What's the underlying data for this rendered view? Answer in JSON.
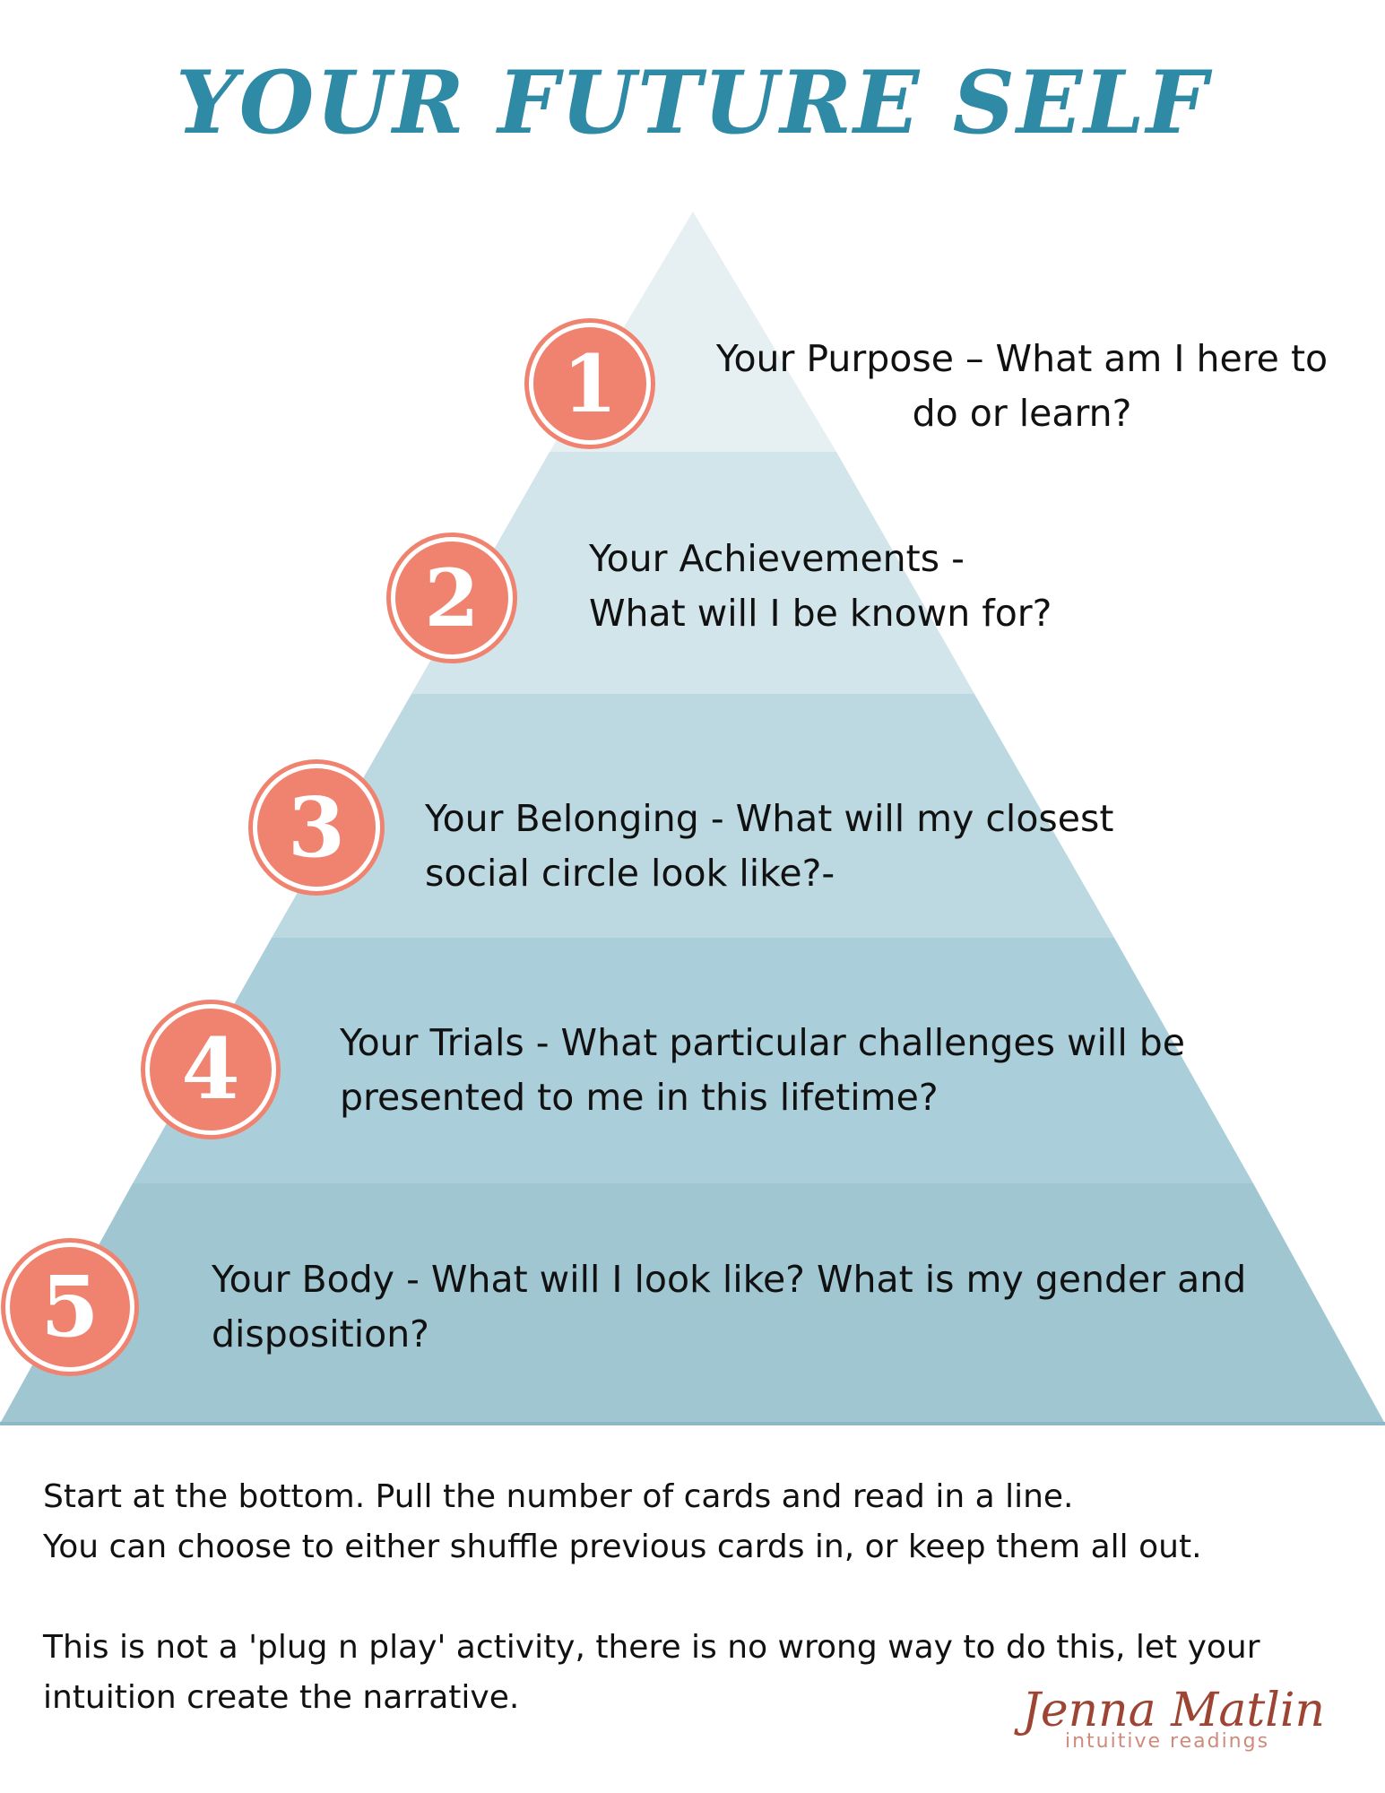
{
  "title": "YOUR FUTURE SELF",
  "colors": {
    "title": "#2e8aa5",
    "badge": "#ef836f",
    "tier_1": "#e6f0f3",
    "tier_2": "#d1e5eb",
    "tier_3": "#bcd9e1",
    "tier_4": "#aacfda",
    "tier_5": "#a0c6d2",
    "base_line": "#8fb8c6"
  },
  "tiers": [
    {
      "number": "1",
      "lines": [
        "Your Purpose – What am I here to",
        "do or learn?"
      ]
    },
    {
      "number": "2",
      "lines": [
        "Your Achievements -",
        "What will I be known for?"
      ]
    },
    {
      "number": "3",
      "lines": [
        "Your Belonging - What will my closest",
        "social circle look like?-"
      ]
    },
    {
      "number": "4",
      "lines": [
        "Your Trials - What particular challenges will be",
        "presented to me in this lifetime?"
      ]
    },
    {
      "number": "5",
      "lines": [
        "Your Body - What will I look like? What is my gender and",
        "disposition?"
      ]
    }
  ],
  "instructions": {
    "line_1": "Start at the bottom. Pull the number of cards and read in a line.",
    "line_2": "You can choose to either shuffle previous cards in, or keep them all out.",
    "line_3": "This is not a 'plug n play' activity, there is no wrong way to do this, let your",
    "line_4": "intuition create the narrative."
  },
  "signature": {
    "name": "Jenna Matlin",
    "tagline": "intuitive readings"
  }
}
